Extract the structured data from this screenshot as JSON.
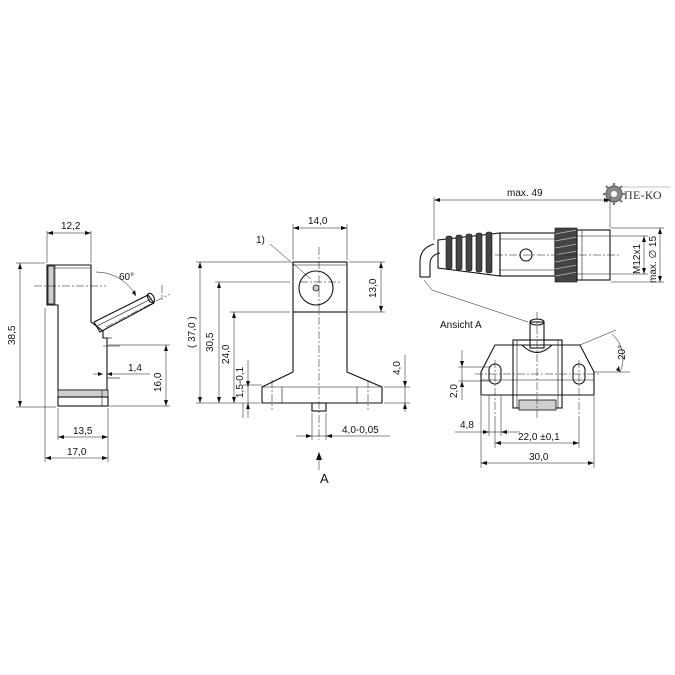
{
  "logo": {
    "text": "ПЕ-КО",
    "icon": "gear-icon"
  },
  "side_view": {
    "dim_width_top": "12,2",
    "dim_height_total": "38,5",
    "dim_angle": "60°",
    "dim_1_4": "1,4",
    "dim_16": "16,0",
    "dim_13_5": "13,5",
    "dim_17": "17,0"
  },
  "front_view": {
    "note": "1)",
    "dim_14": "14,0",
    "dim_13": "13,0",
    "dim_37": "( 37,0 )",
    "dim_30_5": "30,5",
    "dim_24": "24,0",
    "dim_1_5": "1,5-0,1",
    "dim_4": "4,0",
    "dim_4_005": "4,0-0,05",
    "view_arrow_label": "A"
  },
  "connector_view": {
    "dim_max49": "max. 49",
    "dim_thread": "M12x1",
    "dim_maxdia": "max. ∅ 15"
  },
  "view_a": {
    "title": "Ansicht A",
    "dim_angle": "20°",
    "dim_2": "2,0",
    "dim_4_8": "4,8",
    "dim_22": "22,0 ±0,1",
    "dim_30": "30,0"
  }
}
